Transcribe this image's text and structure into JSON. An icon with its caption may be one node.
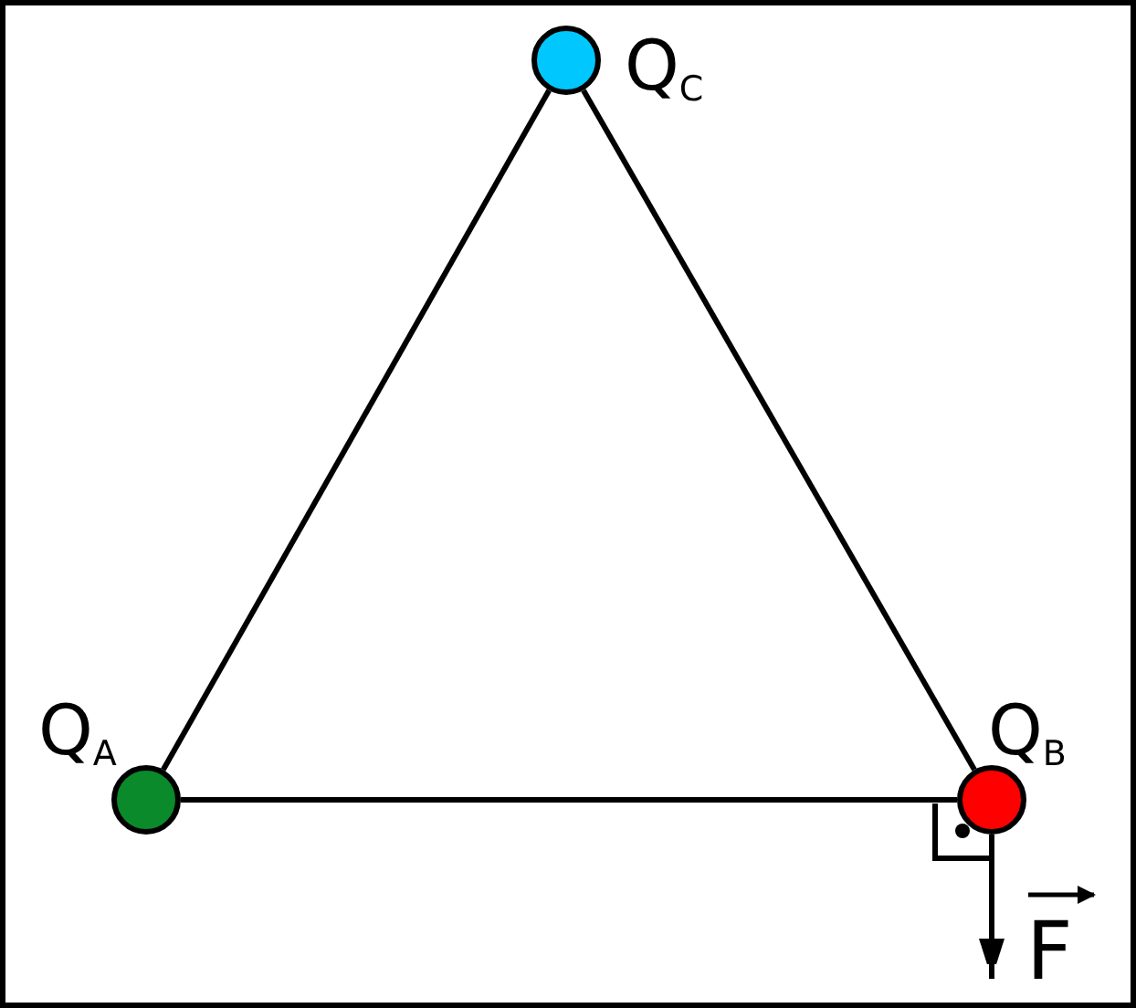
{
  "diagram": {
    "nodes": [
      {
        "text": [],
        "shape": "circle",
        "beside": [
          "Q$_{C}$"
        ]
      },
      {
        "text": [],
        "shape": "circle",
        "beside": [
          "Q$_{A}$"
        ]
      },
      {
        "text": [],
        "shape": "circle",
        "beside": [
          "Q$_{B}$"
        ]
      }
    ],
    "edges": [
      {
        "from": 1,
        "to": 0,
        "arrow": "none"
      },
      {
        "from": 0,
        "to": 2,
        "arrow": "none"
      },
      {
        "from": 1,
        "to": 2,
        "arrow": "none"
      }
    ],
    "labels": [
      "F"
    ]
  }
}
